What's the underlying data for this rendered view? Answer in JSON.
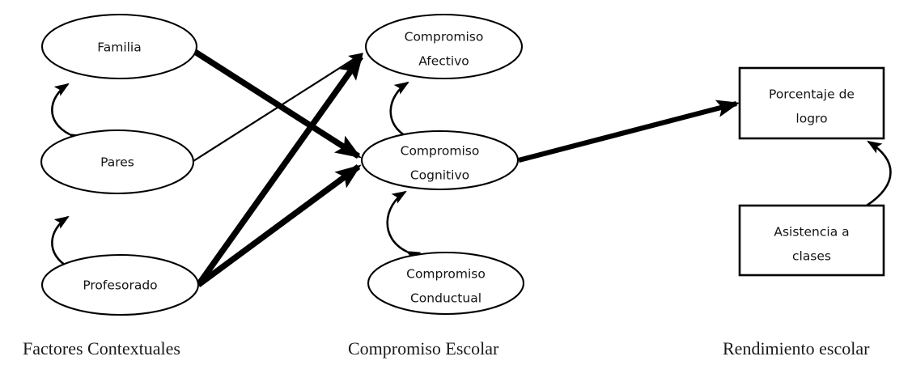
{
  "figure": {
    "title_visible": false,
    "background_color": "#ffffff",
    "line_color": "#000000"
  },
  "groups": [
    {
      "id": "contextual",
      "label": "Factores Contextuales"
    },
    {
      "id": "engagement",
      "label": "Compromiso Escolar"
    },
    {
      "id": "achievement",
      "label": "Rendimiento escolar"
    }
  ],
  "nodes": {
    "familia": {
      "label": "Familia",
      "shape": "ellipse",
      "group": "contextual"
    },
    "pares": {
      "label": "Pares",
      "shape": "ellipse",
      "group": "contextual"
    },
    "profesorado": {
      "label": "Profesorado",
      "shape": "ellipse",
      "group": "contextual"
    },
    "afectivo": {
      "label_line1": "Compromiso",
      "label_line2": "Afectivo",
      "shape": "ellipse",
      "group": "engagement"
    },
    "cognitivo": {
      "label_line1": "Compromiso",
      "label_line2": "Cognitivo",
      "shape": "ellipse",
      "group": "engagement"
    },
    "conductual": {
      "label_line1": "Compromiso",
      "label_line2": "Conductual",
      "shape": "ellipse",
      "group": "engagement"
    },
    "logro": {
      "label_line1": "Porcentaje de",
      "label_line2": "logro",
      "shape": "rect",
      "group": "achievement"
    },
    "asistencia": {
      "label_line1": "Asistencia a",
      "label_line2": "clases",
      "shape": "rect",
      "group": "achievement"
    }
  },
  "edges": [
    {
      "id": "familia-pares",
      "from": "familia",
      "to": "pares",
      "kind": "bidirectional-curve",
      "weight": "thin"
    },
    {
      "id": "pares-profesorado",
      "from": "pares",
      "to": "profesorado",
      "kind": "bidirectional-curve",
      "weight": "thin"
    },
    {
      "id": "familia-cognitivo",
      "from": "familia",
      "to": "cognitivo",
      "kind": "directed",
      "weight": "thick"
    },
    {
      "id": "pares-afectivo",
      "from": "pares",
      "to": "afectivo",
      "kind": "directed",
      "weight": "thin"
    },
    {
      "id": "profesorado-afectivo",
      "from": "profesorado",
      "to": "afectivo",
      "kind": "directed",
      "weight": "thick"
    },
    {
      "id": "profesorado-cognitivo",
      "from": "profesorado",
      "to": "cognitivo",
      "kind": "directed",
      "weight": "thick"
    },
    {
      "id": "afectivo-cognitivo",
      "from": "afectivo",
      "to": "cognitivo",
      "kind": "bidirectional-curve",
      "weight": "thin"
    },
    {
      "id": "cognitivo-conductual",
      "from": "cognitivo",
      "to": "conductual",
      "kind": "bidirectional-curve",
      "weight": "thin"
    },
    {
      "id": "cognitivo-logro",
      "from": "cognitivo",
      "to": "logro",
      "kind": "directed",
      "weight": "thick"
    },
    {
      "id": "logro-asistencia",
      "from": "logro",
      "to": "asistencia",
      "kind": "bidirectional-curve",
      "weight": "thin"
    }
  ]
}
